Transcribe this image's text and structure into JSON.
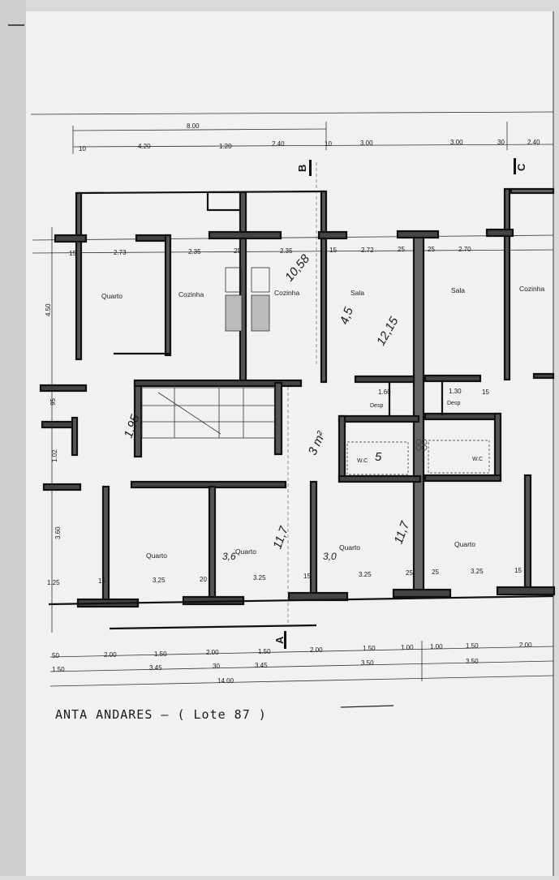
{
  "title": "ANTA ANDARES — ( Lote 87 )",
  "section_marks": {
    "b": "B",
    "a": "A",
    "c": "C"
  },
  "rooms": {
    "quarto_top": "Quarto",
    "cozinha_1": "Cozinha",
    "cozinha_2": "Cozinha",
    "sala_1": "Sala",
    "sala_2": "Sala",
    "cozinha_3": "Cozinha",
    "desp_1": "Desp",
    "desp_2": "Desp",
    "wc_1": "W.C",
    "wc_2": "W.C",
    "quarto_b1": "Quarto",
    "quarto_b2": "Quarto",
    "quarto_b3": "Quarto",
    "quarto_b4": "Quarto"
  },
  "handwritten": {
    "h1": "10,58",
    "h2": "4,5",
    "h3": "12,15",
    "h4": "1,95",
    "h5": "3 m²",
    "h6": "5",
    "h7": "11,7",
    "h8": "11,7",
    "h9": "3,6",
    "h10": "3,0"
  },
  "dimensions": {
    "top_total": "8.00",
    "top": [
      "10",
      "4.20",
      "1.20",
      "2.40",
      "10",
      "3.00",
      "3.00",
      "30",
      "2.40"
    ],
    "row2": [
      "15",
      "2.73",
      "2.35",
      "25",
      "2.35",
      "15",
      "2.72",
      "25",
      "25",
      "2.70"
    ],
    "left": [
      "4.50",
      "95",
      "1.02",
      "3.60"
    ],
    "row_b": [
      "1.25",
      "15",
      "3.25",
      "20",
      "3.25",
      "15",
      "3.25",
      "25",
      "25",
      "3.25",
      "15"
    ],
    "bot1": [
      "50",
      "2.00",
      "1.50",
      "2.00",
      "1.50",
      "2.00",
      "1.50",
      "1.00",
      "1.00",
      "1.50",
      "2.00"
    ],
    "bot2": [
      "1.50",
      "3.45",
      "30",
      "3.45",
      "3.50",
      "3.50"
    ],
    "bot_total": "14.00",
    "desp_dims": [
      "1.60",
      "1.30",
      "15"
    ]
  }
}
